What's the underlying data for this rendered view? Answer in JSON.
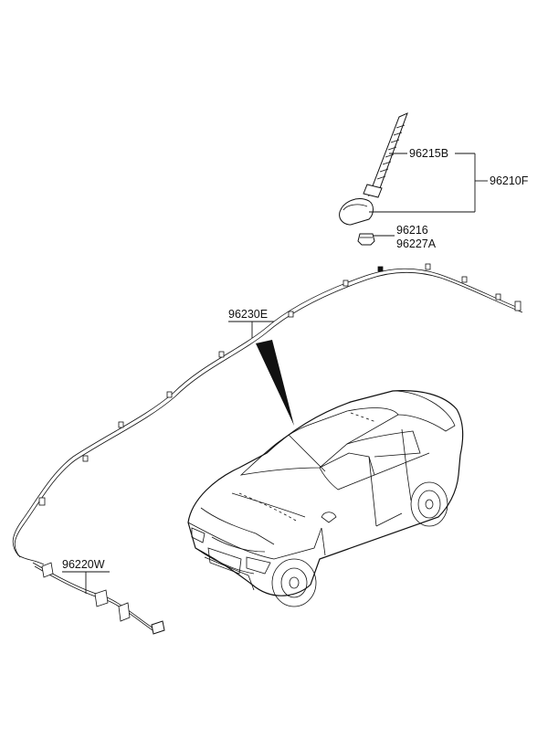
{
  "callouts": {
    "antenna_rod": "96215B",
    "antenna_assy": "96210F",
    "antenna_nut": "96216",
    "antenna_gasket": "96227A",
    "roof_cable": "96230E",
    "feeder_cable": "96220W"
  }
}
